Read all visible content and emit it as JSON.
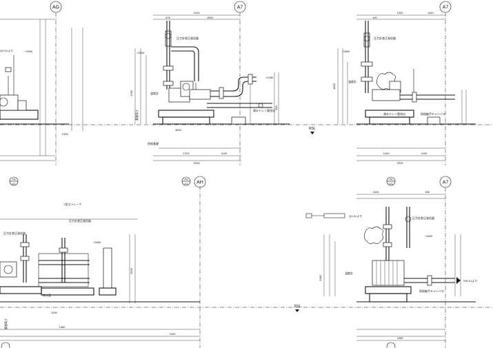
{
  "grid_bubbles": {
    "ag": "AG",
    "a7_top_mid": "A7",
    "a7_top_right": "A7",
    "ah": "AH",
    "a7_bottom_right": "A7"
  },
  "section_markers": [
    {
      "top": "P8",
      "bottom": "G1"
    },
    {
      "top": "P8",
      "bottom": "G1"
    },
    {
      "top": "P8",
      "bottom": "G1"
    }
  ],
  "level_labels": {
    "rsl_top": "RSL",
    "rsl_bottom": "RSL"
  },
  "notes": {
    "fill_pipe_mid": "満水ドレン管排出",
    "fill_pipe_right": "満水ドレン管排出",
    "sensor_mid": "温度計",
    "sensor_right": "温度計",
    "flex_joint": "防振継手キャンバス"
  },
  "labels": {
    "pressure_gauge_left": "圧力計差圧発信器",
    "pressure_gauge_mid": "圧力計差圧発信器",
    "ref_from": "RW-01より",
    "ref_tag": "QV-01より",
    "strainer_label": "Y型ストレーナ",
    "drain_label": "排水管"
  },
  "dimensions": {
    "top_mid_total": "2515",
    "top_mid_seg1": "1375",
    "top_mid_seg2": "1140",
    "top_right_total": "2515",
    "top_right_seg1": "1040",
    "top_right_seg2": "1190",
    "bottom_left_total": "2425",
    "bottom_left_seg": "1460",
    "bottom_right_total": "1655",
    "bottom_right_seg1": "1025",
    "bottom_right_seg2": "630",
    "height_1": "2380",
    "height_2": "1800",
    "height_3": "1400",
    "elev_plus": "+1050",
    "elev_plus2": "+1800"
  }
}
